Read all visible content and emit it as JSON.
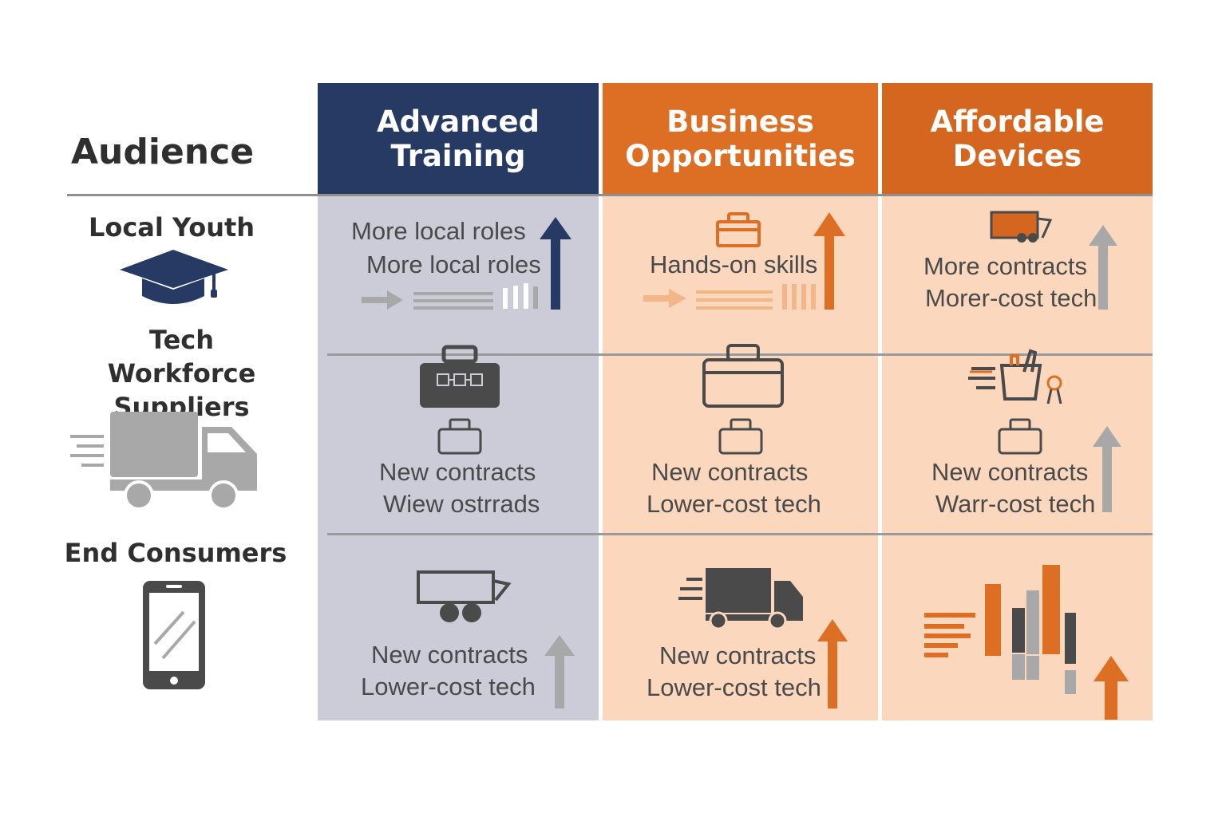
{
  "header": {
    "audience_label": "Audience",
    "columns": [
      {
        "line1": "Advanced",
        "line2": "Training",
        "color": "#263a63"
      },
      {
        "line1": "Business",
        "line2": "Opportunities",
        "color": "#dd6f24"
      },
      {
        "line1": "Affordable",
        "line2": "Devices",
        "color": "#d4661f"
      }
    ]
  },
  "rows": [
    {
      "label": "Local Youth",
      "icon": "graduation-cap-icon"
    },
    {
      "label_line1": "Tech Workforce",
      "label_line2": "Suppliers",
      "icon": "delivery-truck-icon"
    },
    {
      "label": "End Consumers",
      "icon": "smartphone-icon"
    }
  ],
  "cells": {
    "r1c1": {
      "line1": "More local roles",
      "line2": "More local roles"
    },
    "r1c2": {
      "line1": "Hands-on skills"
    },
    "r1c3": {
      "line1": "More contracts",
      "line2": "Morer-cost tech"
    },
    "r2c1": {
      "line1": "New contracts",
      "line2": "Wiew ostrrads"
    },
    "r2c2": {
      "line1": "New contracts",
      "line2": "Lower-cost tech"
    },
    "r2c3": {
      "line1": "New contracts",
      "line2": "Warr-cost tech"
    },
    "r3c1": {
      "line1": "New contracts",
      "line2": "Lower-cost tech"
    },
    "r3c2": {
      "line1": "New contracts",
      "line2": "Lower-cost tech"
    }
  },
  "colors": {
    "navy": "#263a63",
    "orange": "#dd6f24",
    "grey_column_bg": "#cbccd8",
    "peach_column_bg": "#fbd8bd",
    "icon_dark": "#4a4a4a",
    "icon_grey": "#a8a8a8"
  }
}
